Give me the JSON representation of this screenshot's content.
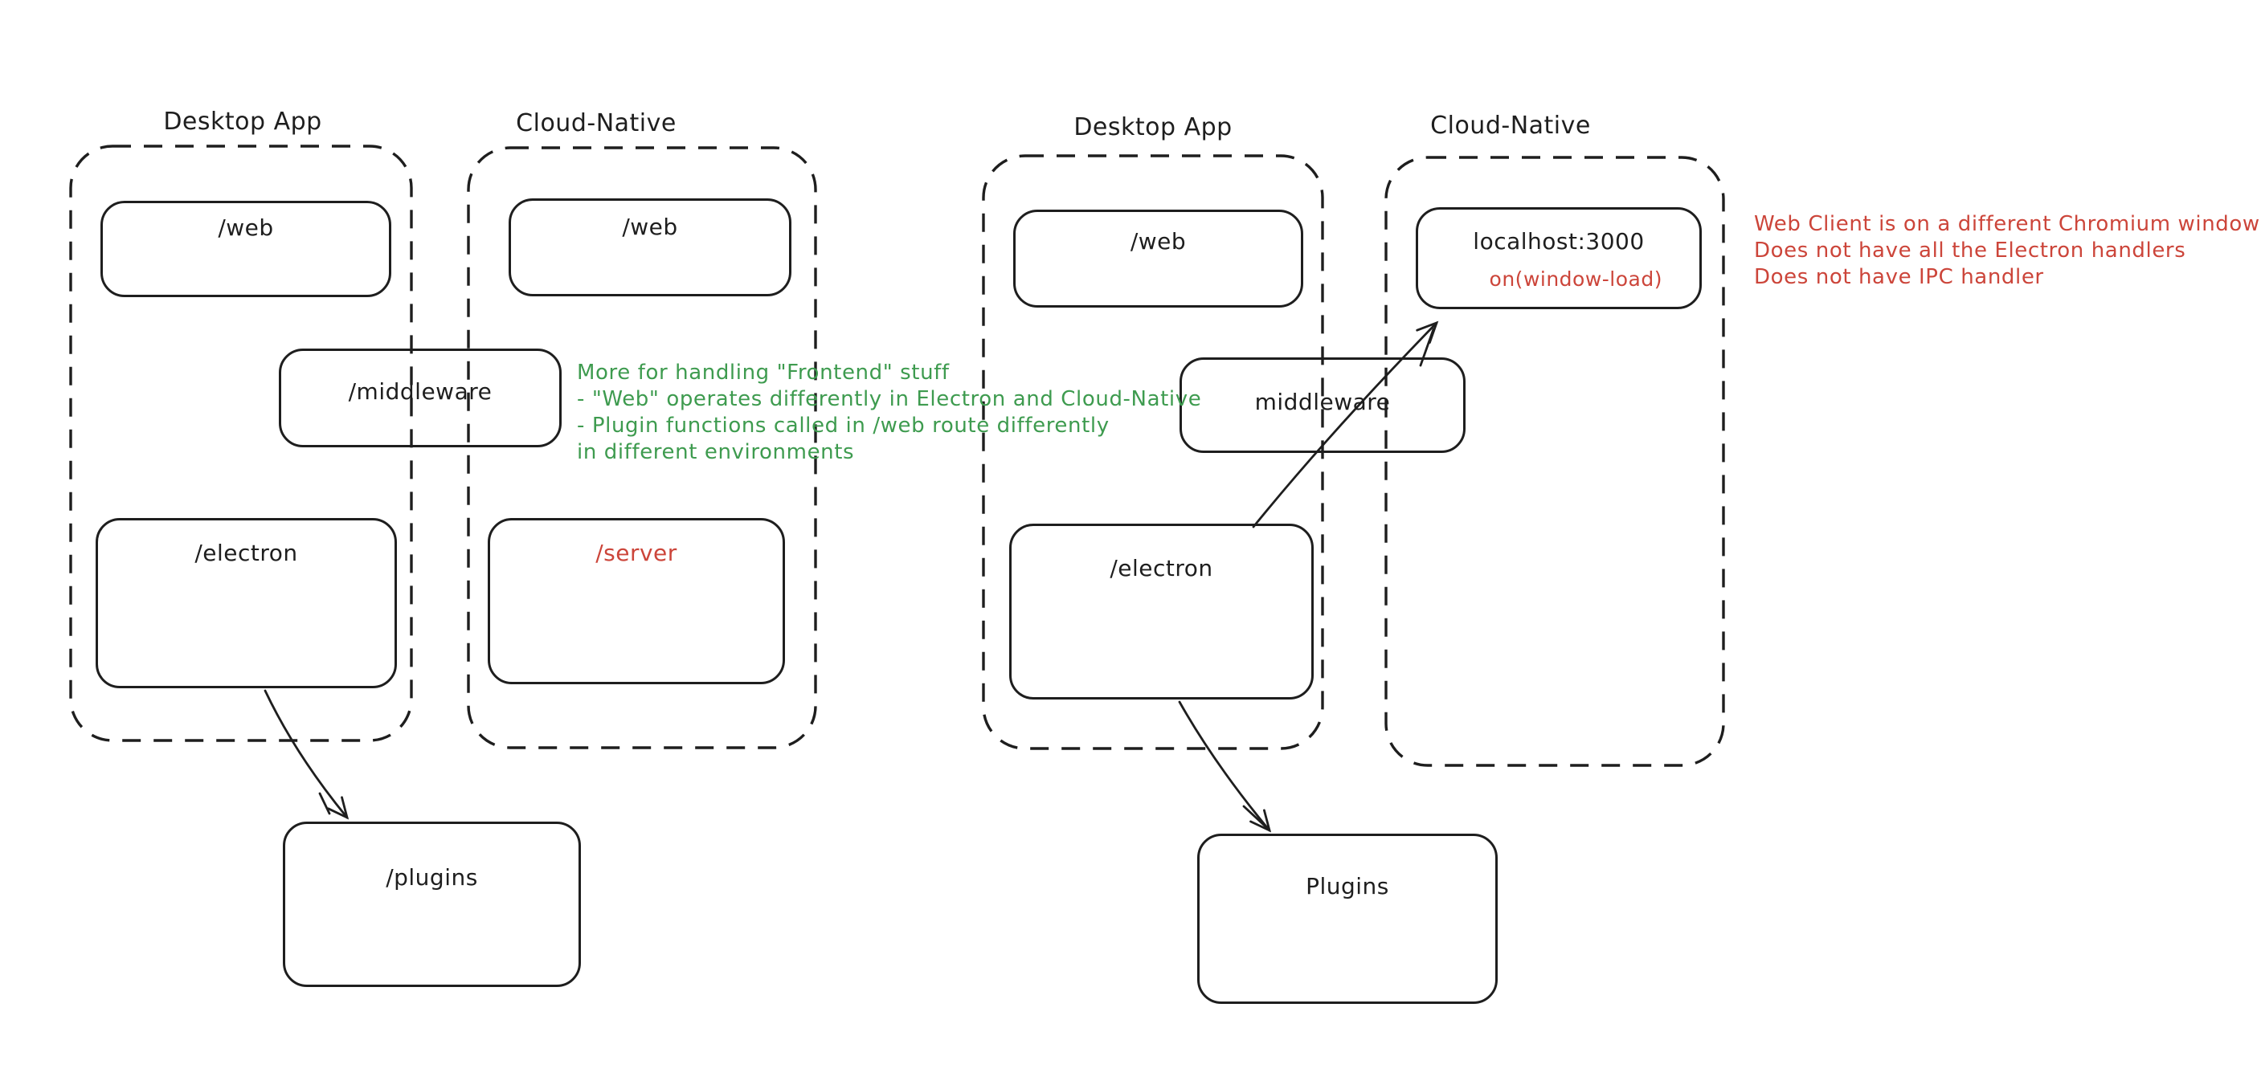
{
  "colors": {
    "ink": "#1e1e1e",
    "green": "#3e9b4f",
    "red": "#cc453a",
    "background": "#ffffff"
  },
  "left_diagram": {
    "desktop_title": "Desktop App",
    "cloud_title": "Cloud-Native",
    "web_desktop": "/web",
    "web_cloud": "/web",
    "middleware": "/middleware",
    "electron": "/electron",
    "server": "/server",
    "plugins": "/plugins",
    "note_lines": [
      "More for handling \"Frontend\" stuff",
      "- \"Web\" operates differently in Electron and Cloud-Native",
      "- Plugin functions called in /web route differently",
      "in different environments"
    ]
  },
  "right_diagram": {
    "desktop_title": "Desktop App",
    "cloud_title": "Cloud-Native",
    "web": "/web",
    "localhost": "localhost:3000",
    "window_load": "on(window-load)",
    "middleware": "middleware",
    "electron": "/electron",
    "plugins": "Plugins",
    "note_lines": [
      "Web Client is on a different Chromium window",
      "Does not have all the Electron handlers",
      "Does not have IPC handler"
    ]
  }
}
